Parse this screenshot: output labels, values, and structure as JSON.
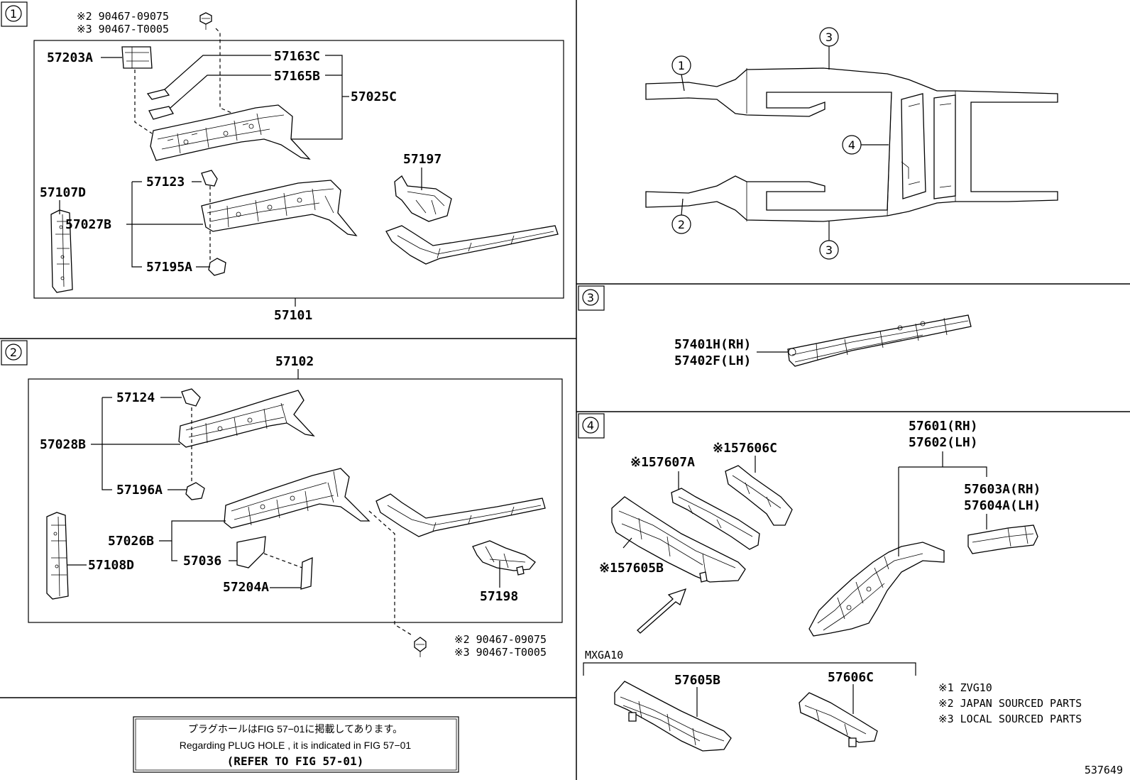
{
  "diagram": {
    "catalog_number": "537649",
    "sections": {
      "s1": {
        "marker": "①",
        "parts": {
          "p_90467_09075": "※2 90467-09075",
          "p_90467_T0005": "※3 90467-T0005",
          "p_57203A": "57203A",
          "p_57163C": "57163C",
          "p_57165B": "57165B",
          "p_57025C": "57025C",
          "p_57107D": "57107D",
          "p_57123": "57123",
          "p_57027B": "57027B",
          "p_57195A": "57195A",
          "p_57197": "57197",
          "p_57101": "57101"
        }
      },
      "s2": {
        "marker": "②",
        "parts": {
          "p_57102": "57102",
          "p_57124": "57124",
          "p_57028B": "57028B",
          "p_57196A": "57196A",
          "p_57026B": "57026B",
          "p_57036": "57036",
          "p_57204A": "57204A",
          "p_57108D": "57108D",
          "p_57198": "57198",
          "p_90467_09075": "※2 90467-09075",
          "p_90467_T0005": "※3 90467-T0005"
        }
      },
      "overview": {
        "markers": [
          "①",
          "②",
          "③",
          "③",
          "④"
        ]
      },
      "s3": {
        "marker": "③",
        "parts": {
          "p_57401H": "57401H(RH)",
          "p_57402F": "57402F(LH)"
        }
      },
      "s4": {
        "marker": "④",
        "parts": {
          "p_57607A": "※157607A",
          "p_57606C": "※157606C",
          "p_57605B": "※157605B",
          "p_57601": "57601(RH)",
          "p_57602": "57602(LH)",
          "p_57603A": "57603A(RH)",
          "p_57604A": "57604A(LH)"
        },
        "variant": {
          "label": "MXGA10",
          "p_57605B": "57605B",
          "p_57606C": "57606C"
        }
      }
    },
    "legend": {
      "n1": "※1 ZVG10",
      "n2": "※2 JAPAN SOURCED PARTS",
      "n3": "※3 LOCAL SOURCED PARTS"
    },
    "note": {
      "jp": "プラグホールはFIG 57−01に掲載してあります。",
      "en": "Regarding PLUG HOLE , it is indicated in FIG 57−01",
      "ref": "(REFER TO FIG 57-01)"
    }
  }
}
